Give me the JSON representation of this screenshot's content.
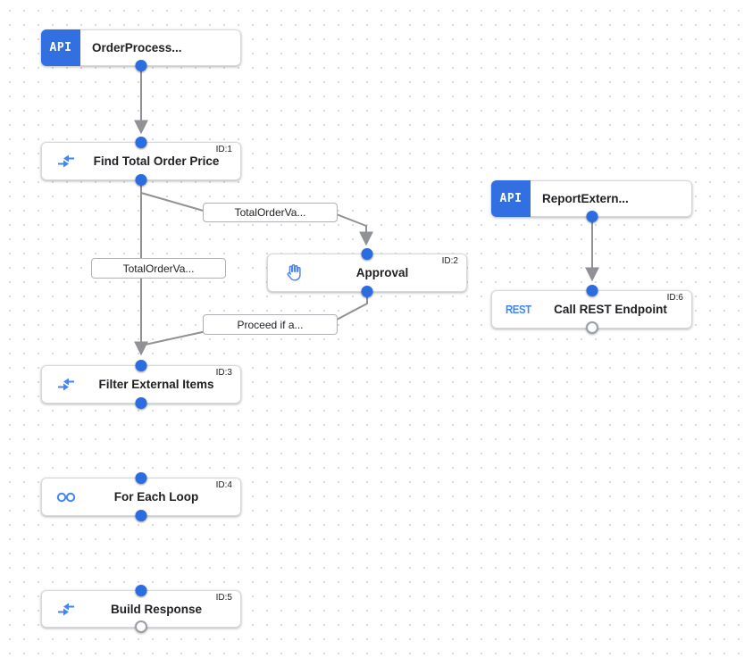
{
  "canvas": {
    "type": "integration-workflow-editor",
    "grid": "dotted",
    "colors": {
      "accent_blue": "#3270e2",
      "port_blue": "#2b6ce0",
      "icon_blue": "#4285f4",
      "edge_gray": "#8f9194",
      "grid_dot": "#d9dadb",
      "node_border": "#d6d8db"
    }
  },
  "nodes": [
    {
      "label": "OrderProcess...",
      "badge": "API",
      "kind": "api-trigger"
    },
    {
      "label": "Find Total Order Price",
      "task_id": "ID:1",
      "kind": "data-mapping"
    },
    {
      "label": "Approval",
      "task_id": "ID:2",
      "kind": "approval"
    },
    {
      "label": "ReportExtern...",
      "badge": "API",
      "kind": "api-trigger"
    },
    {
      "label": "Call REST Endpoint",
      "task_id": "ID:6",
      "kind": "rest-call",
      "icon_text": "REST"
    },
    {
      "label": "Filter External Items",
      "task_id": "ID:3",
      "kind": "data-mapping"
    },
    {
      "label": "For Each Loop",
      "task_id": "ID:4",
      "kind": "for-each-loop"
    },
    {
      "label": "Build Response",
      "task_id": "ID:5",
      "kind": "data-mapping"
    }
  ],
  "edge_labels": [
    {
      "text": "TotalOrderVa..."
    },
    {
      "text": "TotalOrderVa..."
    },
    {
      "text": "Proceed if a..."
    }
  ]
}
